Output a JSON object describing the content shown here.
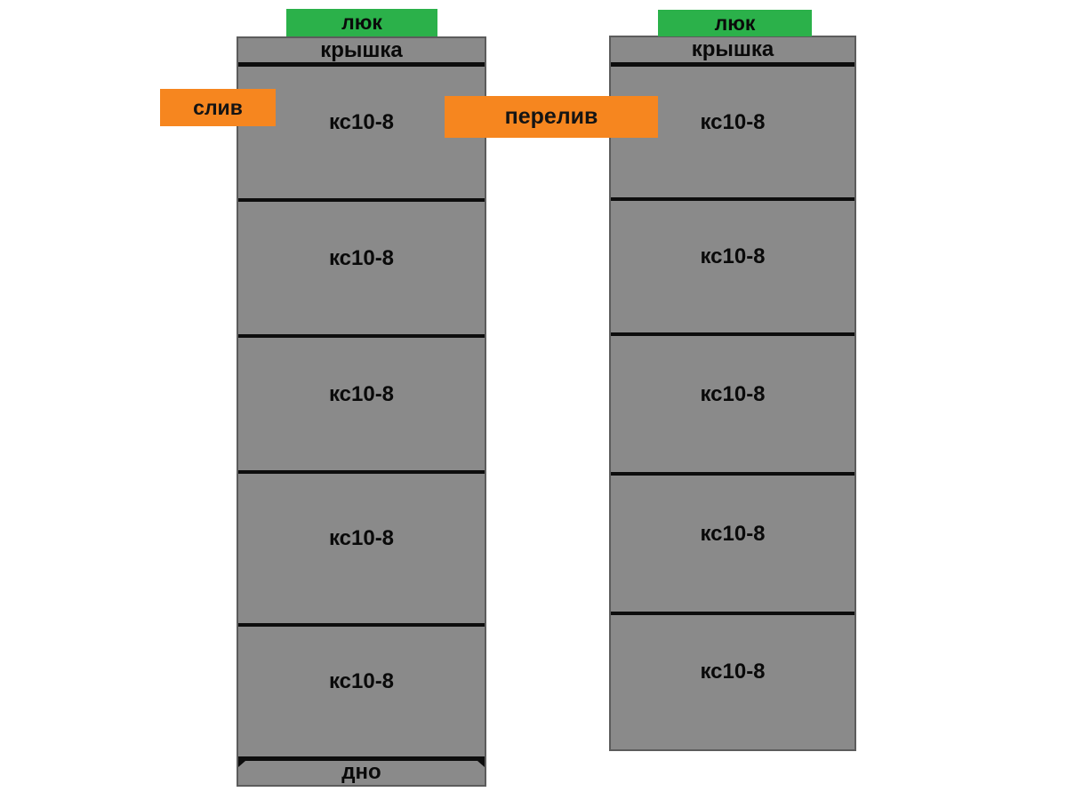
{
  "colors": {
    "ring_gray": "#8a8a8a",
    "hatch_green": "#2bb14a",
    "pipe_orange": "#f6861f",
    "line_black": "#0d0d0d"
  },
  "left_well": {
    "hatch_label": "люк",
    "cover_label": "крышка",
    "ring_sections": [
      "кс10-8",
      "кс10-8",
      "кс10-8",
      "кс10-8",
      "кс10-8"
    ],
    "bottom_label": "дно"
  },
  "right_well": {
    "hatch_label": "люк",
    "cover_label": "крышка",
    "ring_sections": [
      "кс10-8",
      "кс10-8",
      "кс10-8",
      "кс10-8",
      "кс10-8"
    ]
  },
  "pipes": {
    "drain_label": "слив",
    "overflow_label": "перелив"
  }
}
